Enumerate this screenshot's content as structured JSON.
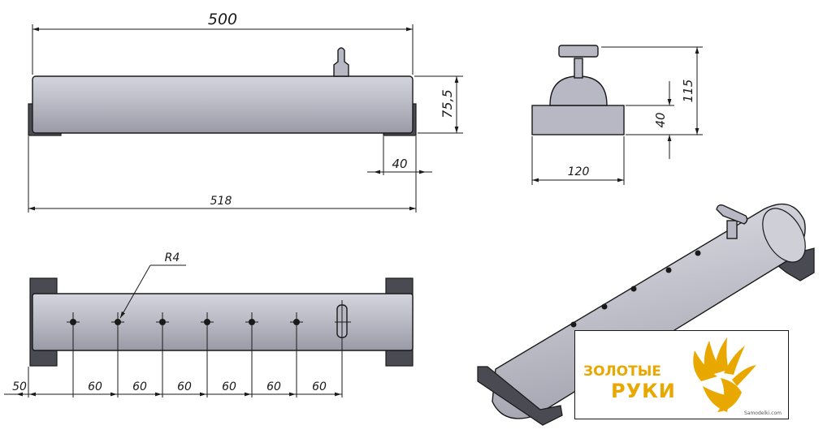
{
  "front_view": {
    "dim_length": "500",
    "dim_height": "75,5",
    "dim_foot": "40",
    "dim_overall": "518"
  },
  "side_view": {
    "dim_total_height": "115",
    "dim_base_height": "40",
    "dim_base_width": "120"
  },
  "top_view": {
    "radius_label": "R4",
    "dim_first": "50",
    "dim_spacings": [
      "60",
      "60",
      "60",
      "60",
      "60",
      "60"
    ]
  },
  "logo": {
    "line1": "ЗОЛОТЫЕ",
    "line2": "РУКИ",
    "small_text": "Samodelki.com"
  },
  "colors": {
    "tube": "#b8b8c4",
    "dark": "#4a4a52",
    "logo": "#e8a800"
  }
}
